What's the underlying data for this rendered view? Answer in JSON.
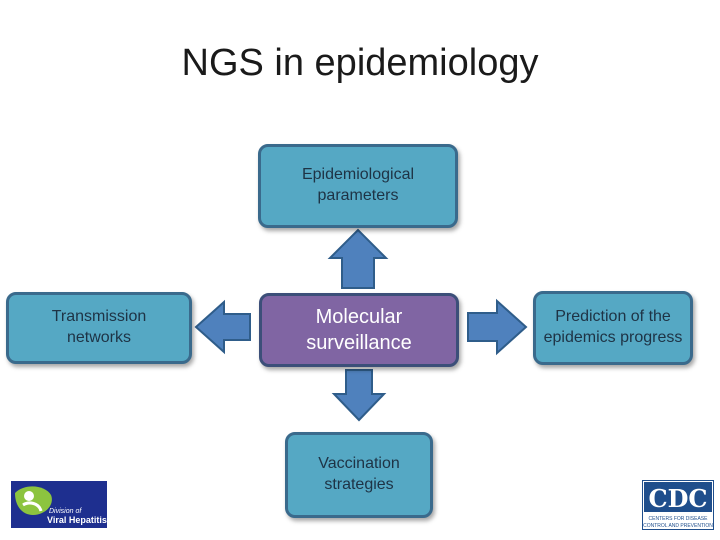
{
  "title": "NGS in epidemiology",
  "nodes": {
    "top": "Epidemiological parameters",
    "center": "Molecular surveillance",
    "left": "Transmission networks",
    "right": "Prediction of the epidemics progress",
    "bottom": "Vaccination strategies"
  },
  "logos": {
    "left": {
      "icon": "division-of-viral-hepatitis-logo",
      "text_line1": "Division of",
      "text_line2": "Viral Hepatitis"
    },
    "right": {
      "icon": "cdc-logo",
      "text": "CDC",
      "tagline1": "CENTERS FOR DISEASE",
      "tagline2": "CONTROL AND PREVENTION"
    }
  },
  "colors": {
    "box_fill": "#55a8c4",
    "box_border": "#3a6a8c",
    "center_fill": "#8065a3",
    "arrow_fill": "#4f81bd",
    "arrow_border": "#2f5d8a"
  }
}
